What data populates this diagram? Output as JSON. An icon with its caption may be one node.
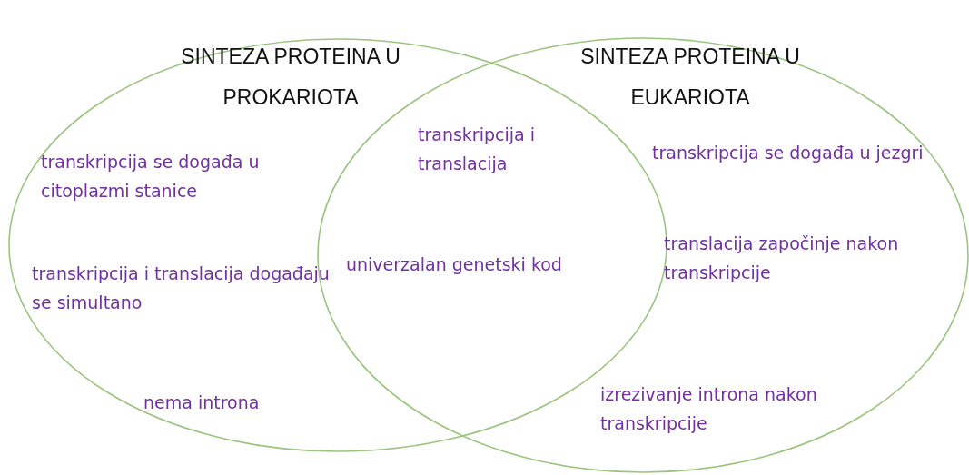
{
  "diagram": {
    "nodes": [
      {
        "text": [
          "SINTEZA PROTEINA U PROKARIOTA",
          "transkripcija se događa u citoplazmi stanice",
          "transkripcija i translacija događaju se simultano",
          "nema introna"
        ]
      },
      {
        "text": [
          "SINTEZA PROTEINA U EUKARIOTA",
          "transkripcija se događa u jezgri",
          "translacija započinje nakon transkripcije",
          "izrezivanje introna nakon transkripcije"
        ]
      }
    ],
    "edges": [],
    "labels": [
      "transkripcija i translacija",
      "univerzalan genetski kod"
    ]
  }
}
